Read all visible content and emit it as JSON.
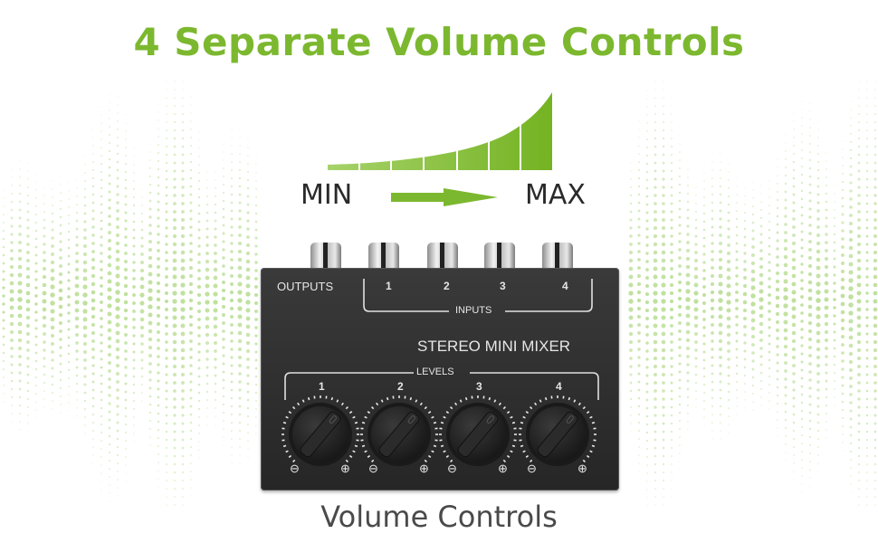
{
  "title": "4 Separate Volume Controls",
  "ramp": {
    "bar_heights": [
      6,
      9,
      13,
      18,
      25,
      35,
      52,
      84
    ],
    "color": "#7cb82f"
  },
  "scale": {
    "min_label": "MIN",
    "max_label": "MAX"
  },
  "mixer": {
    "outputs_label": "OUTPUTS",
    "input_numbers": [
      "1",
      "2",
      "3",
      "4"
    ],
    "inputs_label": "INPUTS",
    "product_name": "STEREO MINI MIXER",
    "levels_label": "LEVELS",
    "knobs": [
      {
        "number": "1",
        "minus": "⊖",
        "plus": "⊕"
      },
      {
        "number": "2",
        "minus": "⊖",
        "plus": "⊕"
      },
      {
        "number": "3",
        "minus": "⊖",
        "plus": "⊕"
      },
      {
        "number": "4",
        "minus": "⊖",
        "plus": "⊕"
      }
    ]
  },
  "caption": "Volume Controls",
  "colors": {
    "accent_green": "#7cb82f",
    "body_dark": "#2e2e2e",
    "caption_gray": "#4a4a4a"
  }
}
